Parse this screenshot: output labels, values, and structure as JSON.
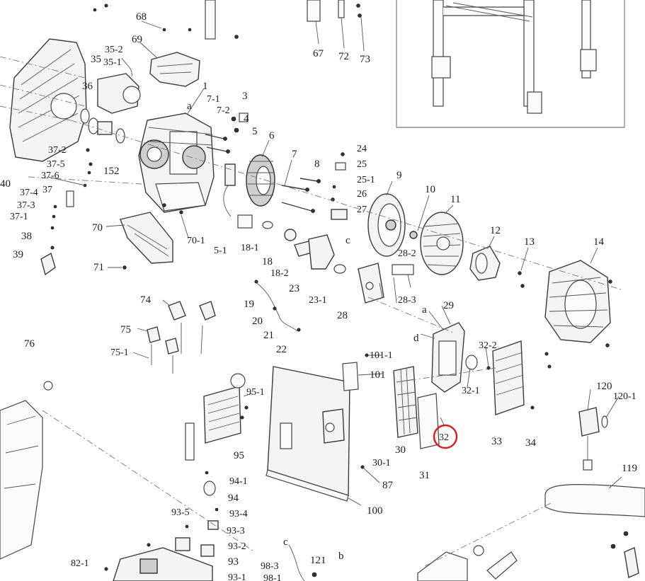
{
  "labels": {
    "l68": "68",
    "l69": "69",
    "l67": "67",
    "l72": "72",
    "l73": "73",
    "l35_2": "35-2",
    "l35": "35",
    "l35_1": "35-1",
    "l36": "36",
    "l1": "1",
    "l7_1": "7-1",
    "l7_2": "7-2",
    "l3": "3",
    "l4": "4",
    "la": "a",
    "l5": "5",
    "l6": "6",
    "l40": "40",
    "l152": "152",
    "l37_2": "37-2",
    "l37_5": "37-5",
    "l37_6": "37-6",
    "l37_4": "37-4",
    "l37": "37",
    "l37_3": "37-3",
    "l37_1": "37-1",
    "l38": "38",
    "l39": "39",
    "l7": "7",
    "l8": "8",
    "l24": "24",
    "l25": "25",
    "l25_1": "25-1",
    "l26": "26",
    "l27": "27",
    "l9": "9",
    "l10": "10",
    "l11": "11",
    "l12": "12",
    "l13": "13",
    "l14": "14",
    "l70": "70",
    "l70_1": "70-1",
    "l5_1": "5-1",
    "l18_1": "18-1",
    "l18": "18",
    "l18_2": "18-2",
    "l71": "71",
    "lc": "c",
    "l23": "23",
    "l23_1": "23-1",
    "l28_2": "28-2",
    "l28_3": "28-3",
    "l28": "28",
    "l29": "29",
    "la2": "a",
    "ld": "d",
    "l19": "19",
    "l20": "20",
    "l21": "21",
    "l22": "22",
    "l74": "74",
    "l75": "75",
    "l75_1": "75-1",
    "l76": "76",
    "l101_1": "101-1",
    "l101": "101",
    "l95_1": "95-1",
    "l95": "95",
    "l32_2": "32-2",
    "l32_1": "32-1",
    "l33": "33",
    "l34": "34",
    "l32": "32",
    "l30": "30",
    "l30_1": "30-1",
    "l31": "31",
    "l120": "120",
    "l120_1": "120-1",
    "l119": "119",
    "l87": "87",
    "l100": "100",
    "l94_1": "94-1",
    "l94": "94",
    "l93_5": "93-5",
    "l93_4": "93-4",
    "l93_3": "93-3",
    "l93_2": "93-2",
    "l93": "93",
    "l93_1": "93-1",
    "l82_1": "82-1",
    "lc2": "c",
    "l121": "121",
    "lb": "b",
    "l98_3": "98-3",
    "l98_1": "98-1"
  },
  "highlight": {
    "target": "32",
    "color": "#e01818"
  }
}
